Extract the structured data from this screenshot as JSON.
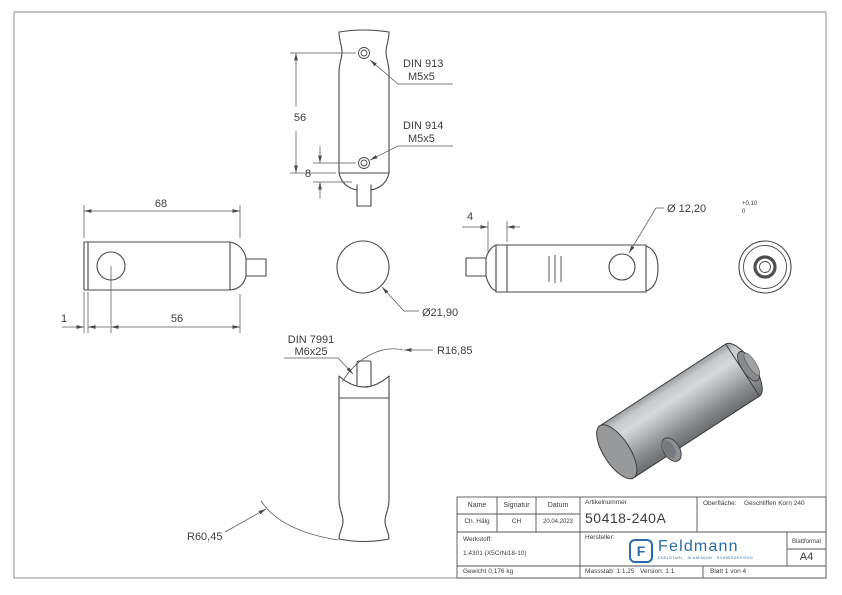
{
  "annotations": {
    "side_view": {
      "dim_length": "56",
      "dim_end": "8",
      "din913_l1": "DIN 913",
      "din913_l2": "M5x5",
      "din914_l1": "DIN 914",
      "din914_l2": "M5x5"
    },
    "front_view": {
      "dim_total": "68",
      "dim_edge": "1",
      "dim_hole_pos": "56"
    },
    "end_view_label": "Ø21,90",
    "right_view": {
      "dim_groove": "4",
      "dia": "Ø 12,20",
      "tol_up": "+0,10",
      "tol_low": "0"
    },
    "lower_view": {
      "din7991_l1": "DIN 7991",
      "din7991_l2": "M6x25",
      "radius_saddle": "R16,85",
      "radius_neck": "R60,45"
    }
  },
  "title_block": {
    "name_h": "Name",
    "signatur_h": "Signatur",
    "datum_h": "Datum",
    "name": "Ch. Hälg",
    "signatur": "CH",
    "datum": "20.04.2023",
    "artikelnummer_h": "Artikelnummer",
    "artikelnummer": "50418-240A",
    "oberflaeche_h": "Oberfläche:",
    "oberflaeche": "Geschliffen Korn 240",
    "werkstoff_h": "Werkstoff:",
    "werkstoff": "1.4301 (X5CrNi18-10)",
    "hersteller_h": "Hersteller:",
    "gewicht": "Gewicht 0,176 kg",
    "massstab": "Massstab: 1:1,25",
    "version": "Version: 1.1",
    "blatt": "Blatt 1 von 4",
    "blattformat_h": "Blattformat",
    "blattformat": "A4",
    "logo": {
      "mark": "F",
      "text": "Feldmann",
      "tagline": "EDELSTAHL · ALUMINIUM · SCHMIEDEEISEN",
      "color": "#2a6ca6"
    }
  },
  "colors": {
    "line": "#484848",
    "text": "#3d3d3d",
    "logo_blue": "#2a6ca6",
    "frame": "#8f8f8f"
  }
}
